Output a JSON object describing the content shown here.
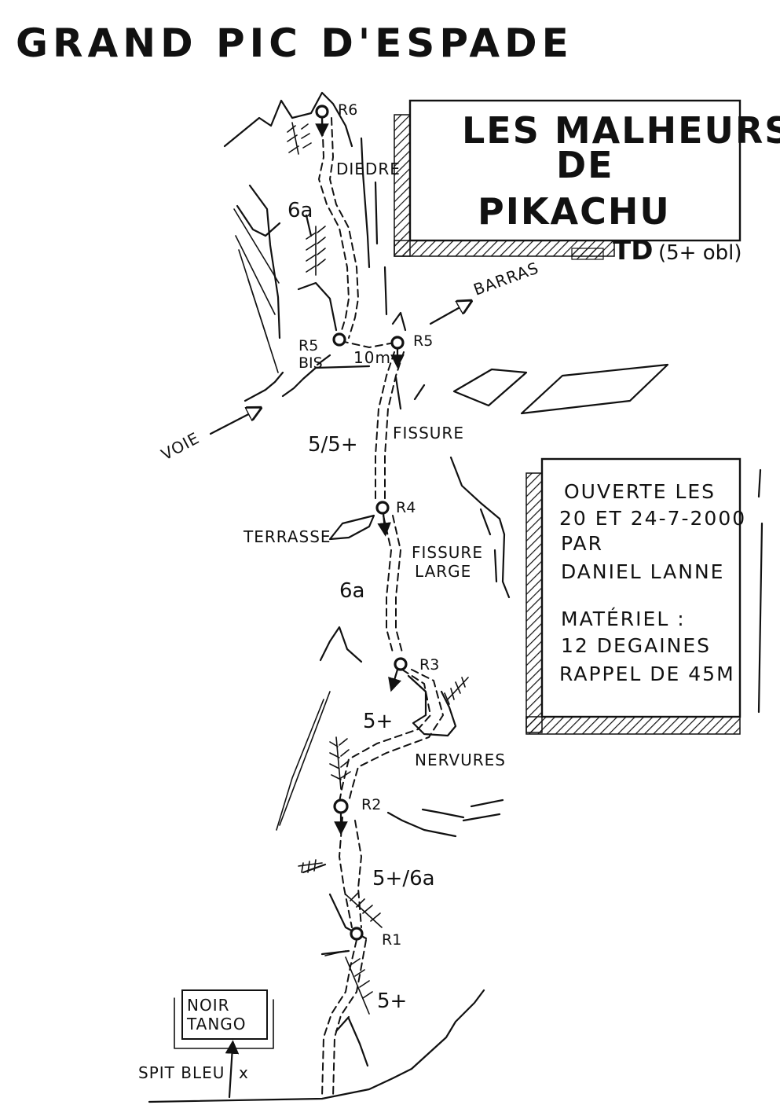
{
  "page_title": "GRAND PIC D'ESPADE",
  "route_box": {
    "name_line1": "LES MALHEURS",
    "name_line2": "DE",
    "name_line3": "PIKACHU",
    "grade": "TD",
    "grade_detail": "(5+ obl)"
  },
  "info_box": {
    "lines": [
      "OUVERTE LES",
      "20 ET 24-7-2000",
      "PAR",
      "DANIEL LANNE",
      "",
      "MATÉRIEL :",
      "12 DEGAINES",
      "RAPPEL DE 45M"
    ]
  },
  "neighbour_route": {
    "line1": "NOIR",
    "line2": "TANGO"
  },
  "start_label": "SPIT BLEU",
  "start_mark": "x",
  "arrows": {
    "barras": "BARRAS",
    "voie": "VOIE"
  },
  "features": {
    "diedre": "DIEDRE",
    "fissure": "FISSURE",
    "fissure_large_1": "FISSURE",
    "fissure_large_2": "LARGE",
    "terrasse": "TERRASSE",
    "nervures": "NERVURES",
    "ten_m": "10m"
  },
  "relays": {
    "r1": "R1",
    "r2": "R2",
    "r3": "R3",
    "r4": "R4",
    "r5": "R5",
    "r5bis_1": "R5",
    "r5bis_2": "BIS",
    "r6": "R6"
  },
  "grades": {
    "l1": "5+",
    "l2": "5+/6a",
    "l3": "5+",
    "l4": "6a",
    "l5": "5/5+",
    "l6": "6a"
  }
}
